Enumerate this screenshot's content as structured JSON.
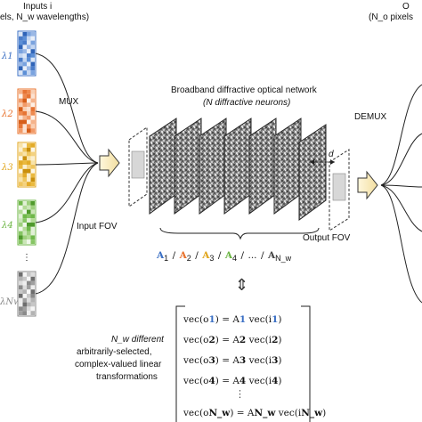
{
  "inputs_header": {
    "line1": "Inputs i",
    "line2": "els, N_w wavelengths)"
  },
  "outputs_header": {
    "line1": "O",
    "line2": "(N_o pixels"
  },
  "mux_label": "MUX",
  "demux_label": "DEMUX",
  "network_title": {
    "line1": "Broadband diffractive optical network",
    "line2": "(N diffractive neurons)"
  },
  "input_fov_label": "Input FOV",
  "output_fov_label": "Output FOV",
  "spacing_label": "d",
  "transforms_list": {
    "items": [
      {
        "text": "A",
        "sub": "1",
        "color": "#3a6fc4"
      },
      {
        "text": "A",
        "sub": "2",
        "color": "#e8702a"
      },
      {
        "text": "A",
        "sub": "3",
        "color": "#e0a51b"
      },
      {
        "text": "A",
        "sub": "4",
        "color": "#6bb543"
      }
    ],
    "sep": "/",
    "ellipsis": "...",
    "last": "A",
    "last_sub": "N_w"
  },
  "equivalence_symbol": "⇕",
  "input_channels": [
    {
      "lambda": "λ1",
      "color": "#3a6fc4",
      "tiles": [
        "#dbe6f6",
        "#9ab8e6",
        "#5c8fd6",
        "#2f64b8",
        "#c4d6f1",
        "#7aa3df",
        "#4a7cc9",
        "#e9eff9"
      ]
    },
    {
      "lambda": "λ2",
      "color": "#e8702a",
      "tiles": [
        "#fbe2d2",
        "#f5b38b",
        "#ee8a4f",
        "#d65e1a",
        "#f9cfb3",
        "#f29a68",
        "#e67434",
        "#fdf0e6"
      ]
    },
    {
      "lambda": "λ3",
      "color": "#e0a51b",
      "tiles": [
        "#fbefcf",
        "#f4d27f",
        "#eab93e",
        "#c98f0c",
        "#f8e3a8",
        "#efc55c",
        "#e3ab29",
        "#fdf7e6"
      ]
    },
    {
      "lambda": "λ4",
      "color": "#6bb543",
      "tiles": [
        "#e1f0d6",
        "#b3db96",
        "#86c563",
        "#4f9a2c",
        "#cbe6b8",
        "#9dd07c",
        "#6fb84a",
        "#f0f8ea"
      ]
    },
    {
      "lambda": "λNw",
      "color": "#888888",
      "tiles": [
        "#eeeeee",
        "#c7c7c7",
        "#a0a0a0",
        "#6e6e6e",
        "#dcdcdc",
        "#b3b3b3",
        "#8a8a8a",
        "#f6f6f6"
      ]
    }
  ],
  "vertical_ellipsis": "⋮",
  "bottom_box": {
    "caption": {
      "line1": "N_w different",
      "line2": "arbitrarily-selected,",
      "line3": "complex-valued linear",
      "line4": "transformations"
    },
    "equations": [
      {
        "lhs": "vec(o",
        "sub": "1",
        "mid": ") = A",
        "msub": "1",
        "rhs": " vec(i",
        "rsub": "1",
        "end": ")",
        "color": "#3a6fc4"
      },
      {
        "lhs": "vec(o",
        "sub": "2",
        "mid": ") = A",
        "msub": "2",
        "rhs": " vec(i",
        "rsub": "2",
        "end": ")",
        "color": "#e8702a"
      },
      {
        "lhs": "vec(o",
        "sub": "3",
        "mid": ") = A",
        "msub": "3",
        "rhs": " vec(i",
        "rsub": "3",
        "end": ")",
        "color": "#e0a51b"
      },
      {
        "lhs": "vec(o",
        "sub": "4",
        "mid": ") = A",
        "msub": "4",
        "rhs": " vec(i",
        "rsub": "4",
        "end": ")",
        "color": "#6bb543"
      },
      {
        "lhs": "vec(o",
        "sub": "N_w",
        "mid": ") = A",
        "msub": "N_w",
        "rhs": " vec(i",
        "rsub": "N_w",
        "end": ")",
        "color": "#555555"
      }
    ],
    "ellipsis": "⋮"
  }
}
